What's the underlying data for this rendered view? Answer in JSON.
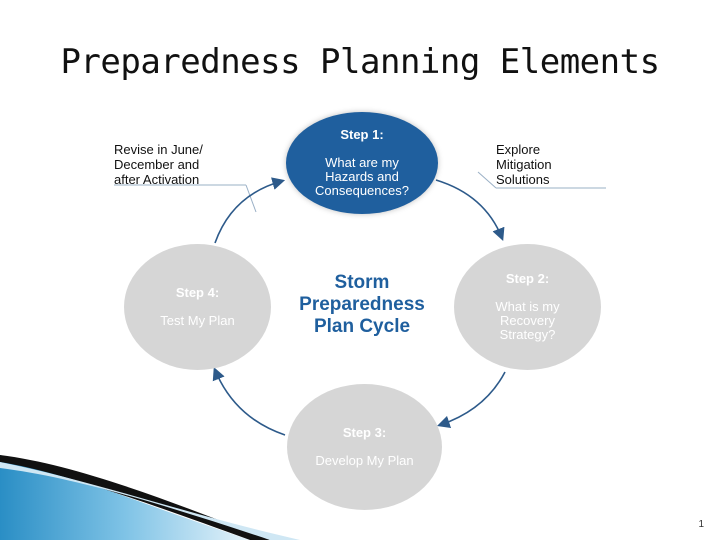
{
  "title": "Preparedness Planning Elements",
  "center_label": "Storm\nPreparedness\nPlan Cycle",
  "steps": [
    {
      "step": "Step 1:",
      "text": "What are my\nHazards and\nConsequences?"
    },
    {
      "step": "Step 2:",
      "text": "What is my\nRecovery\nStrategy?"
    },
    {
      "step": "Step 3:",
      "text": "Develop My Plan"
    },
    {
      "step": "Step 4:",
      "text": "Test My Plan"
    }
  ],
  "notes": {
    "left": "Revise in June/\nDecember and\nafter Activation",
    "right": "Explore\nMitigation\nSolutions"
  },
  "page_number": "1",
  "colors": {
    "accent": "#1f5f9e",
    "node_gray": "#d6d6d6",
    "arrow": "#2d5a8a"
  }
}
